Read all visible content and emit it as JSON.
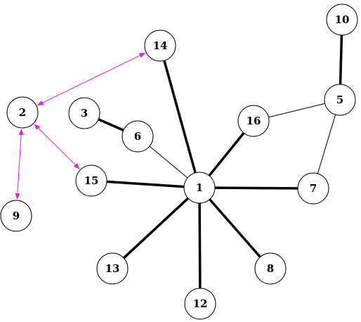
{
  "colors": {
    "background": "#ffffff",
    "node_stroke": "#000000",
    "node_fill": "#ffffff",
    "edge_color": "#000000",
    "arrow_color": "#e020e0"
  },
  "nodes": [
    {
      "id": "1",
      "label": "1"
    },
    {
      "id": "2",
      "label": "2"
    },
    {
      "id": "3",
      "label": "3"
    },
    {
      "id": "5",
      "label": "5"
    },
    {
      "id": "6",
      "label": "6"
    },
    {
      "id": "7",
      "label": "7"
    },
    {
      "id": "8",
      "label": "8"
    },
    {
      "id": "9",
      "label": "9"
    },
    {
      "id": "10",
      "label": "10"
    },
    {
      "id": "12",
      "label": "12"
    },
    {
      "id": "13",
      "label": "13"
    },
    {
      "id": "14",
      "label": "14"
    },
    {
      "id": "15",
      "label": "15"
    },
    {
      "id": "16",
      "label": "16"
    }
  ],
  "edges": [
    {
      "from": "1",
      "to": "14",
      "weight": "thick"
    },
    {
      "from": "1",
      "to": "16",
      "weight": "thick"
    },
    {
      "from": "1",
      "to": "15",
      "weight": "thick"
    },
    {
      "from": "1",
      "to": "7",
      "weight": "thick"
    },
    {
      "from": "1",
      "to": "13",
      "weight": "thick"
    },
    {
      "from": "1",
      "to": "12",
      "weight": "thick"
    },
    {
      "from": "1",
      "to": "8",
      "weight": "thick"
    },
    {
      "from": "1",
      "to": "6",
      "weight": "thin"
    },
    {
      "from": "3",
      "to": "6",
      "weight": "thick"
    },
    {
      "from": "10",
      "to": "5",
      "weight": "thick"
    },
    {
      "from": "5",
      "to": "16",
      "weight": "thin"
    },
    {
      "from": "5",
      "to": "7",
      "weight": "thin"
    }
  ],
  "arrows": [
    {
      "from": "2",
      "to": "14",
      "bidirectional": true
    },
    {
      "from": "2",
      "to": "15",
      "bidirectional": true
    },
    {
      "from": "2",
      "to": "9",
      "bidirectional": true
    }
  ]
}
